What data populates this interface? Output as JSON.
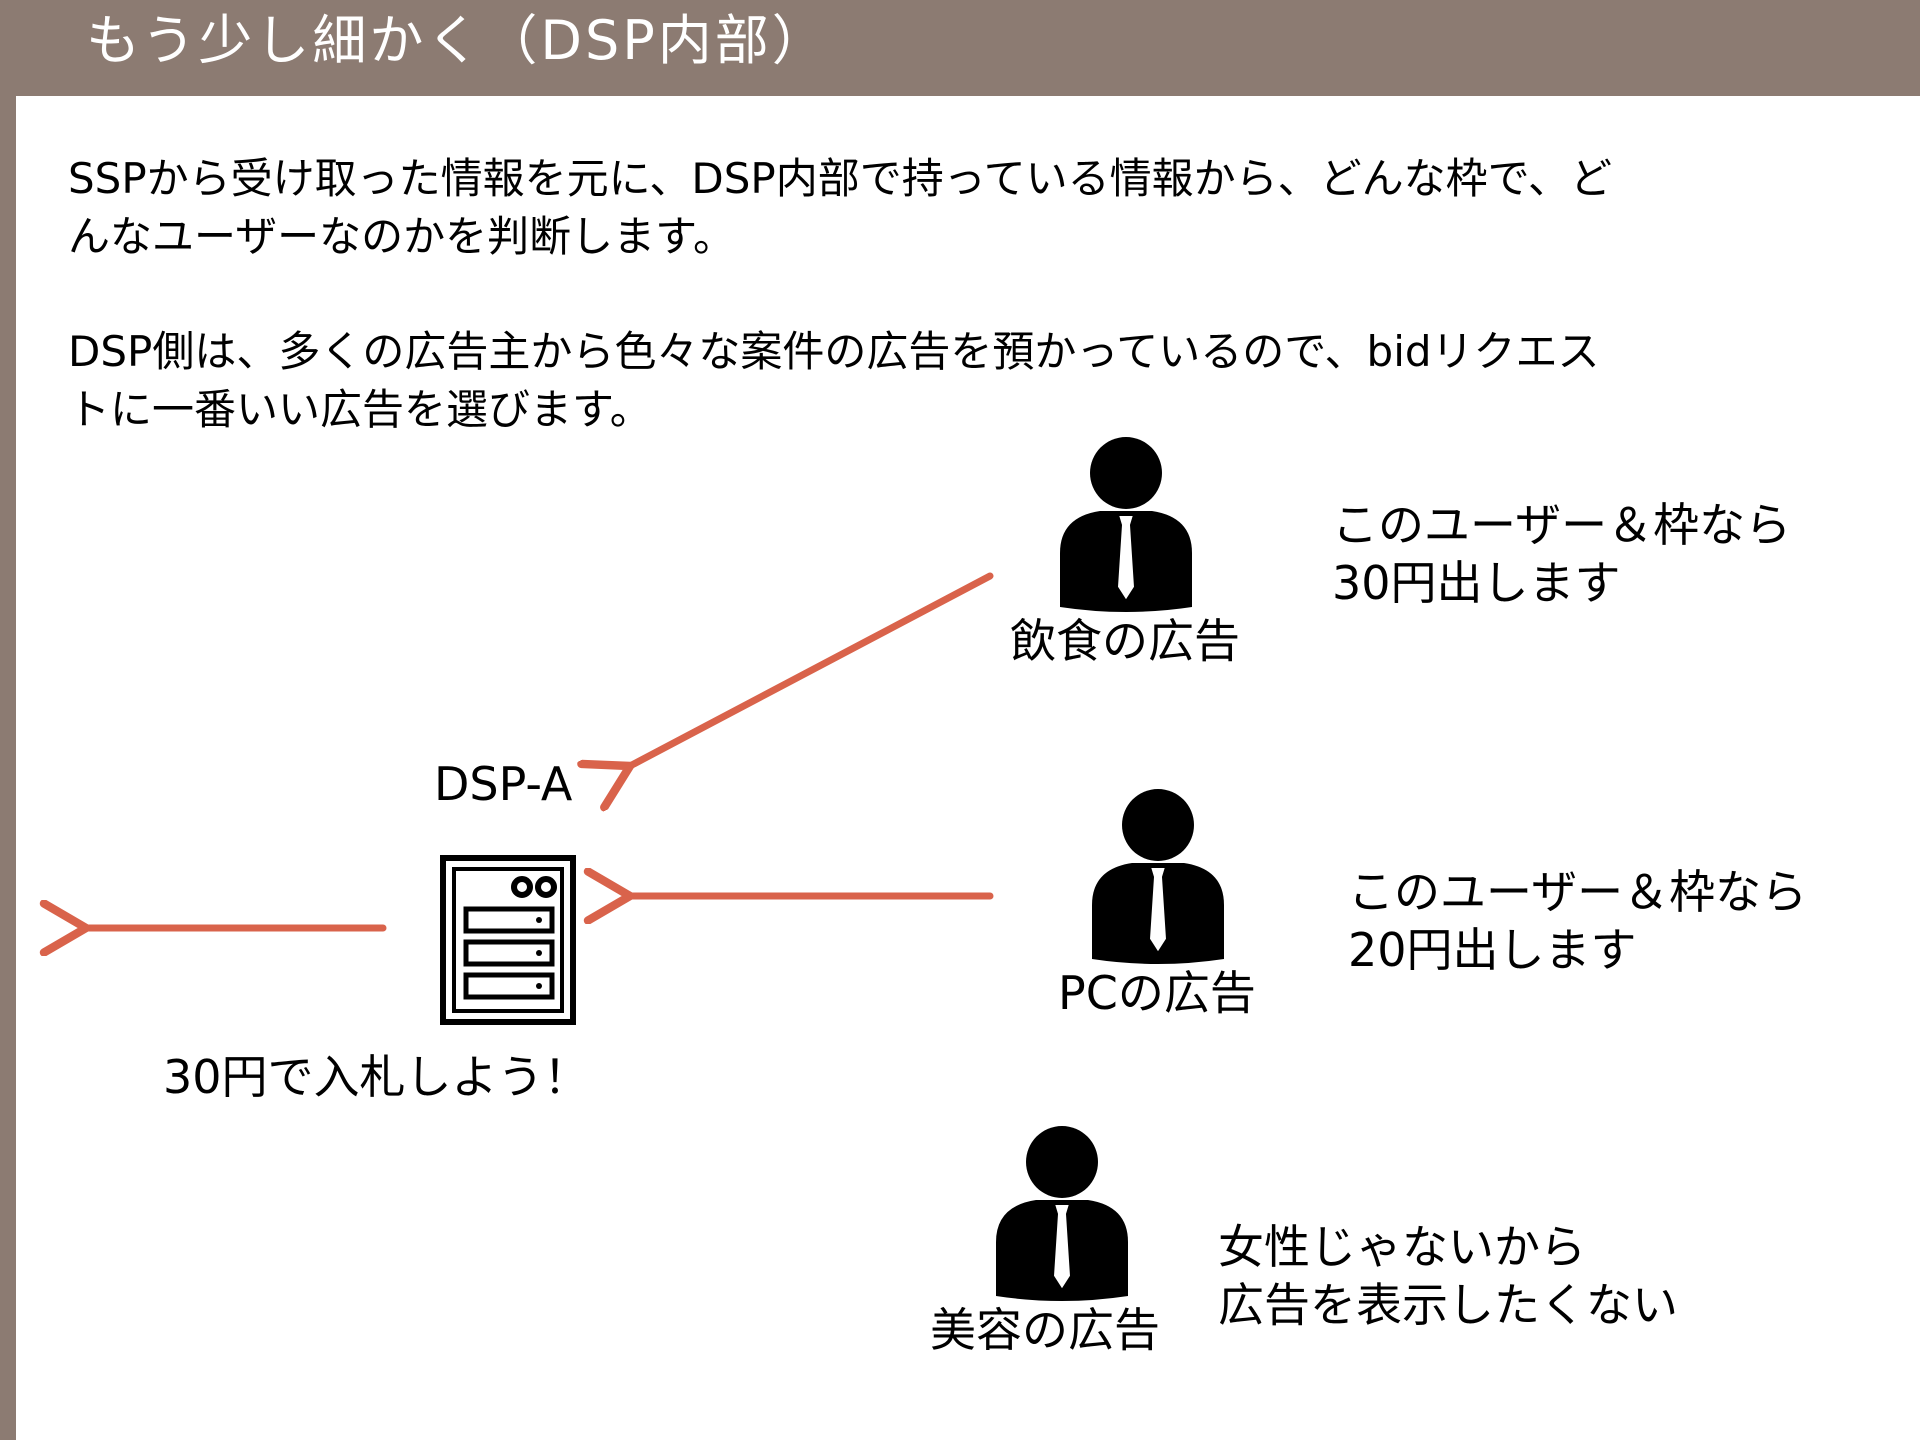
{
  "slide": {
    "title": "もう少し細かく（DSP内部）"
  },
  "intro": {
    "line1": "SSPから受け取った情報を元に、DSP内部で持っている情報から、どんな枠で、ど",
    "line2": "んなユーザーなのかを判断します。"
  },
  "detail": {
    "line1": "DSP側は、多くの広告主から色々な案件の広告を預かっているので、bidリクエス",
    "line2": "トに一番いい広告を選びます。"
  },
  "dsp": {
    "name": "DSP-A",
    "bid_text": "30円で入札しよう！"
  },
  "ads": [
    {
      "label": "飲食の広告",
      "comment_line1": "このユーザー＆枠なら",
      "comment_line2": "30円出します"
    },
    {
      "label": "PCの広告",
      "comment_line1": "このユーザー＆枠なら",
      "comment_line2": "20円出します"
    },
    {
      "label": "美容の広告",
      "comment_line1": "女性じゃないから",
      "comment_line2": "広告を表示したくない"
    }
  ],
  "colors": {
    "title_bar": "#8c7b72",
    "arrow": "#d9634b",
    "icon": "#000000"
  }
}
